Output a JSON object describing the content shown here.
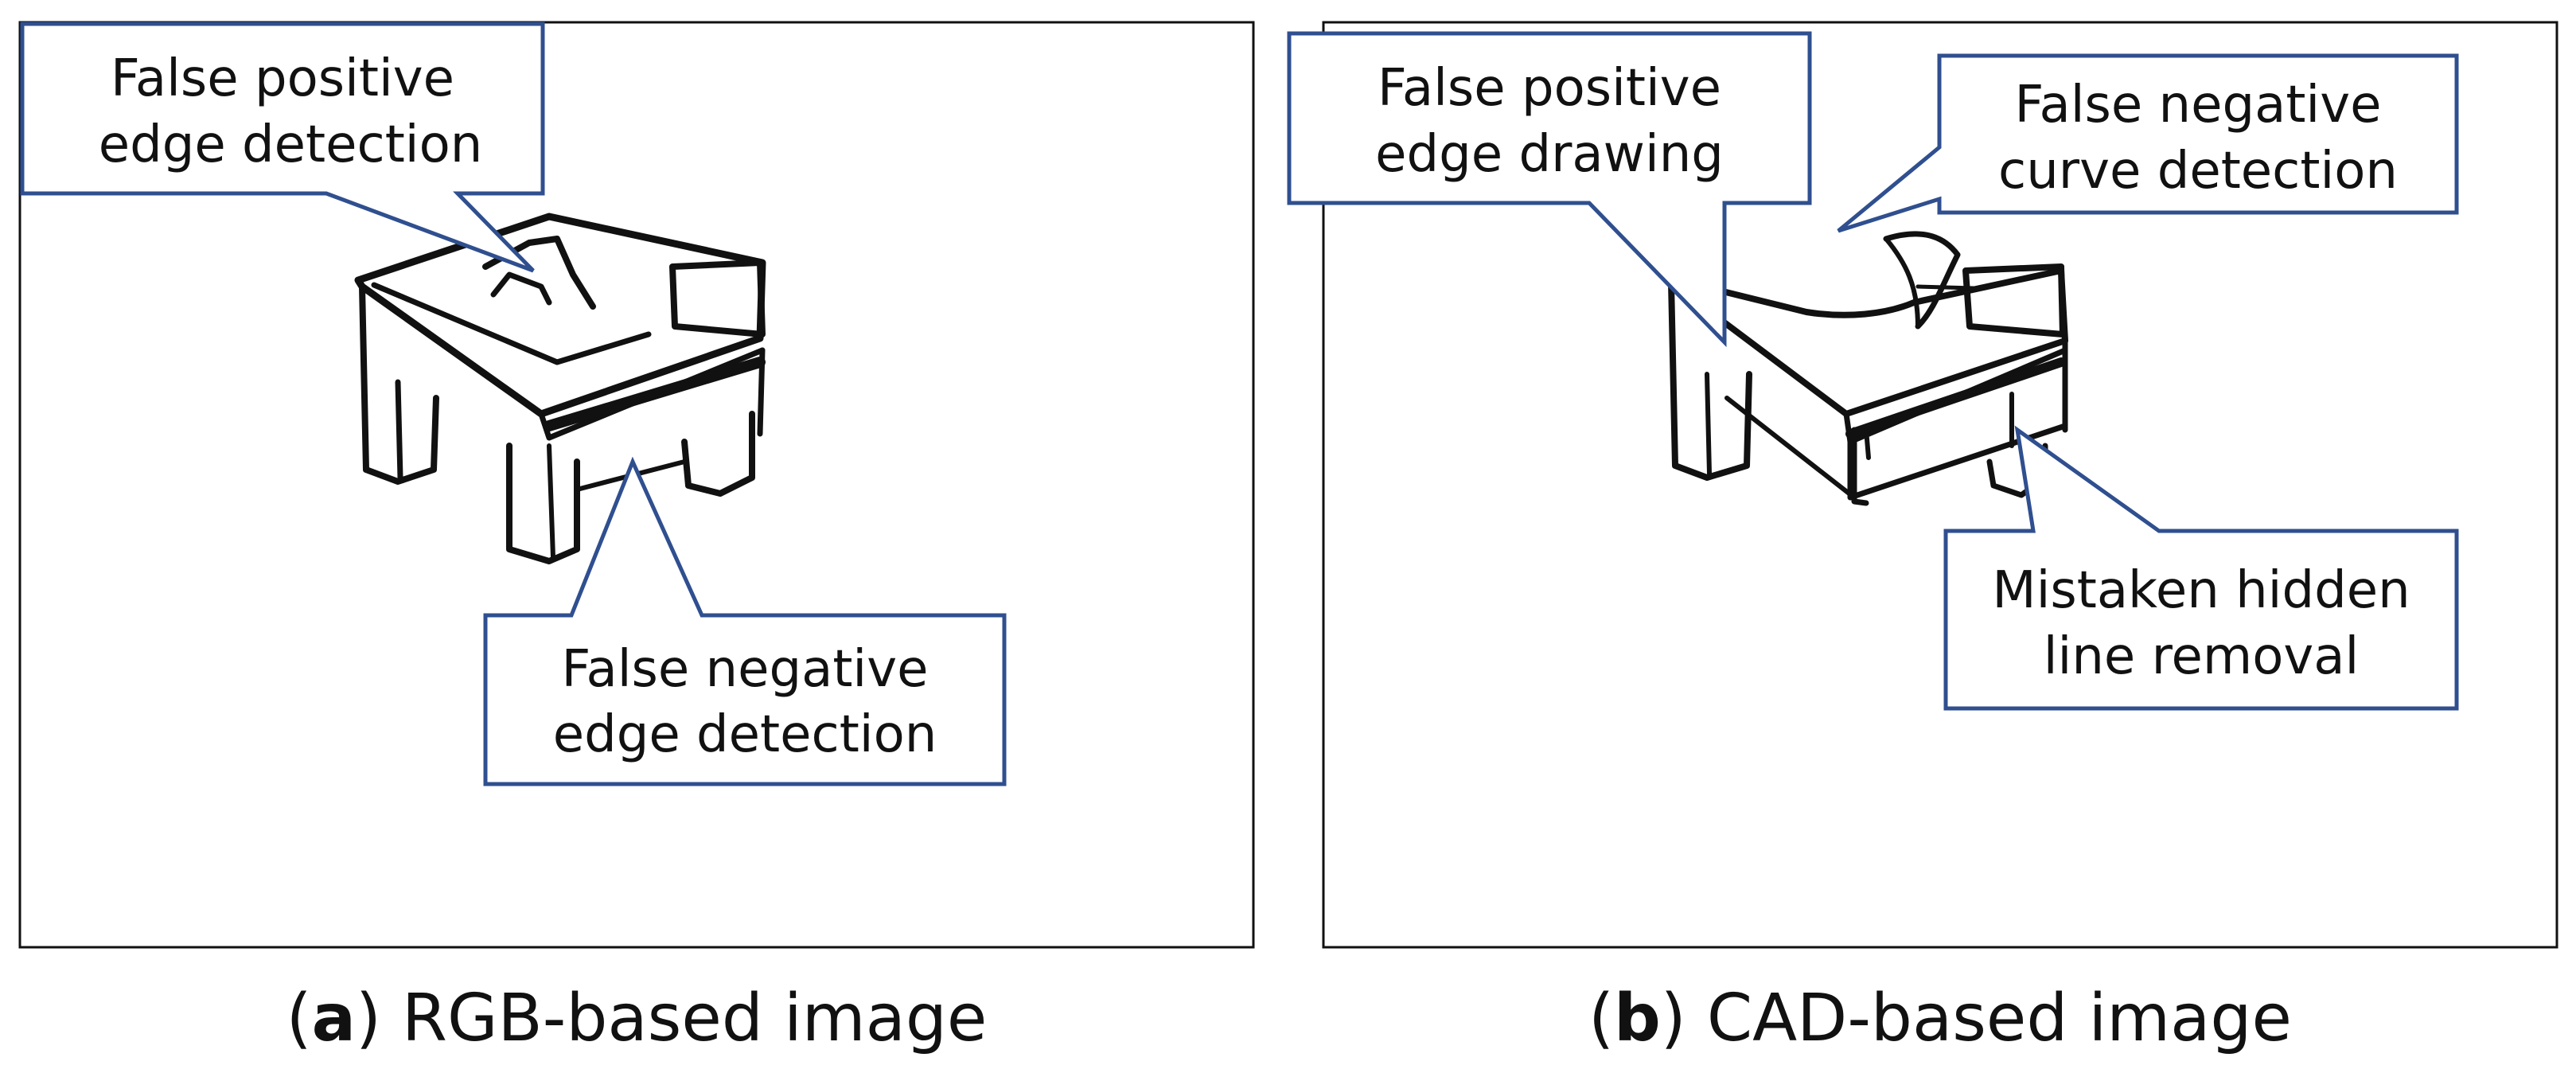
{
  "panels": {
    "a": {
      "callouts": [
        {
          "line1": "False positive",
          "line2": "edge detection"
        },
        {
          "line1": "False negative",
          "line2": "edge detection"
        }
      ],
      "caption": {
        "open": "(",
        "letter": "a",
        "close": ")",
        "text": " RGB-based image"
      }
    },
    "b": {
      "callouts": [
        {
          "line1": "False positive",
          "line2": "edge drawing"
        },
        {
          "line1": "False negative",
          "line2": "curve detection"
        },
        {
          "line1": "Mistaken hidden",
          "line2": "line removal"
        }
      ],
      "caption": {
        "open": "(",
        "letter": "b",
        "close": ")",
        "text": " CAD-based image"
      }
    }
  },
  "colors": {
    "callout_border": "#2f4f8f",
    "sketch_stroke": "#111111",
    "frame": "#111111"
  },
  "icons": {
    "sketch": "hand-drawn-chair-sketch"
  }
}
